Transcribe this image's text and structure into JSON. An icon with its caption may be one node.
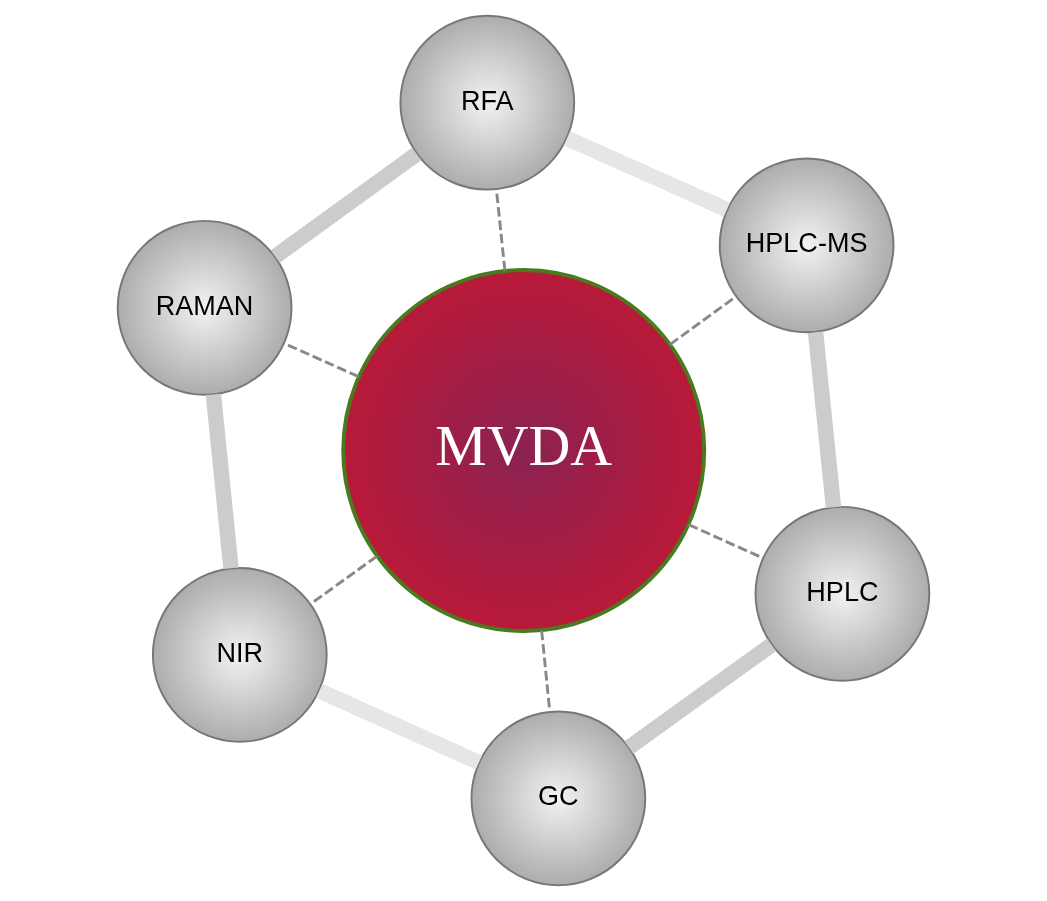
{
  "diagram": {
    "nodes": [
      {
        "text": [
          "RFA"
        ]
      },
      {
        "text": [
          "HPLC-MS"
        ]
      },
      {
        "text": [
          "RAMAN"
        ]
      },
      {
        "text": [
          "MVDA"
        ]
      },
      {
        "text": [
          "HPLC"
        ]
      },
      {
        "text": [
          "NIR"
        ]
      },
      {
        "text": [
          "GC"
        ]
      }
    ],
    "edges": [
      {
        "from": 3,
        "to": 0,
        "arrow": "none",
        "style": "dashed"
      },
      {
        "from": 3,
        "to": 1,
        "arrow": "none",
        "style": "dashed"
      },
      {
        "from": 3,
        "to": 2,
        "arrow": "none",
        "style": "dashed"
      },
      {
        "from": 3,
        "to": 4,
        "arrow": "none",
        "style": "dashed"
      },
      {
        "from": 3,
        "to": 5,
        "arrow": "none",
        "style": "dashed"
      },
      {
        "from": 3,
        "to": 6,
        "arrow": "none",
        "style": "dashed"
      },
      {
        "from": 0,
        "to": 1,
        "arrow": "none",
        "style": "thick",
        "color": "#e6e6e6"
      },
      {
        "from": 1,
        "to": 4,
        "arrow": "none",
        "style": "thick",
        "color": "#cccccc"
      },
      {
        "from": 4,
        "to": 6,
        "arrow": "none",
        "style": "thick",
        "color": "#cccccc"
      },
      {
        "from": 6,
        "to": 5,
        "arrow": "none",
        "style": "thick",
        "color": "#e6e6e6"
      },
      {
        "from": 5,
        "to": 2,
        "arrow": "none",
        "style": "thick",
        "color": "#cccccc"
      },
      {
        "from": 2,
        "to": 0,
        "arrow": "none",
        "style": "thick",
        "color": "#cccccc"
      }
    ]
  }
}
